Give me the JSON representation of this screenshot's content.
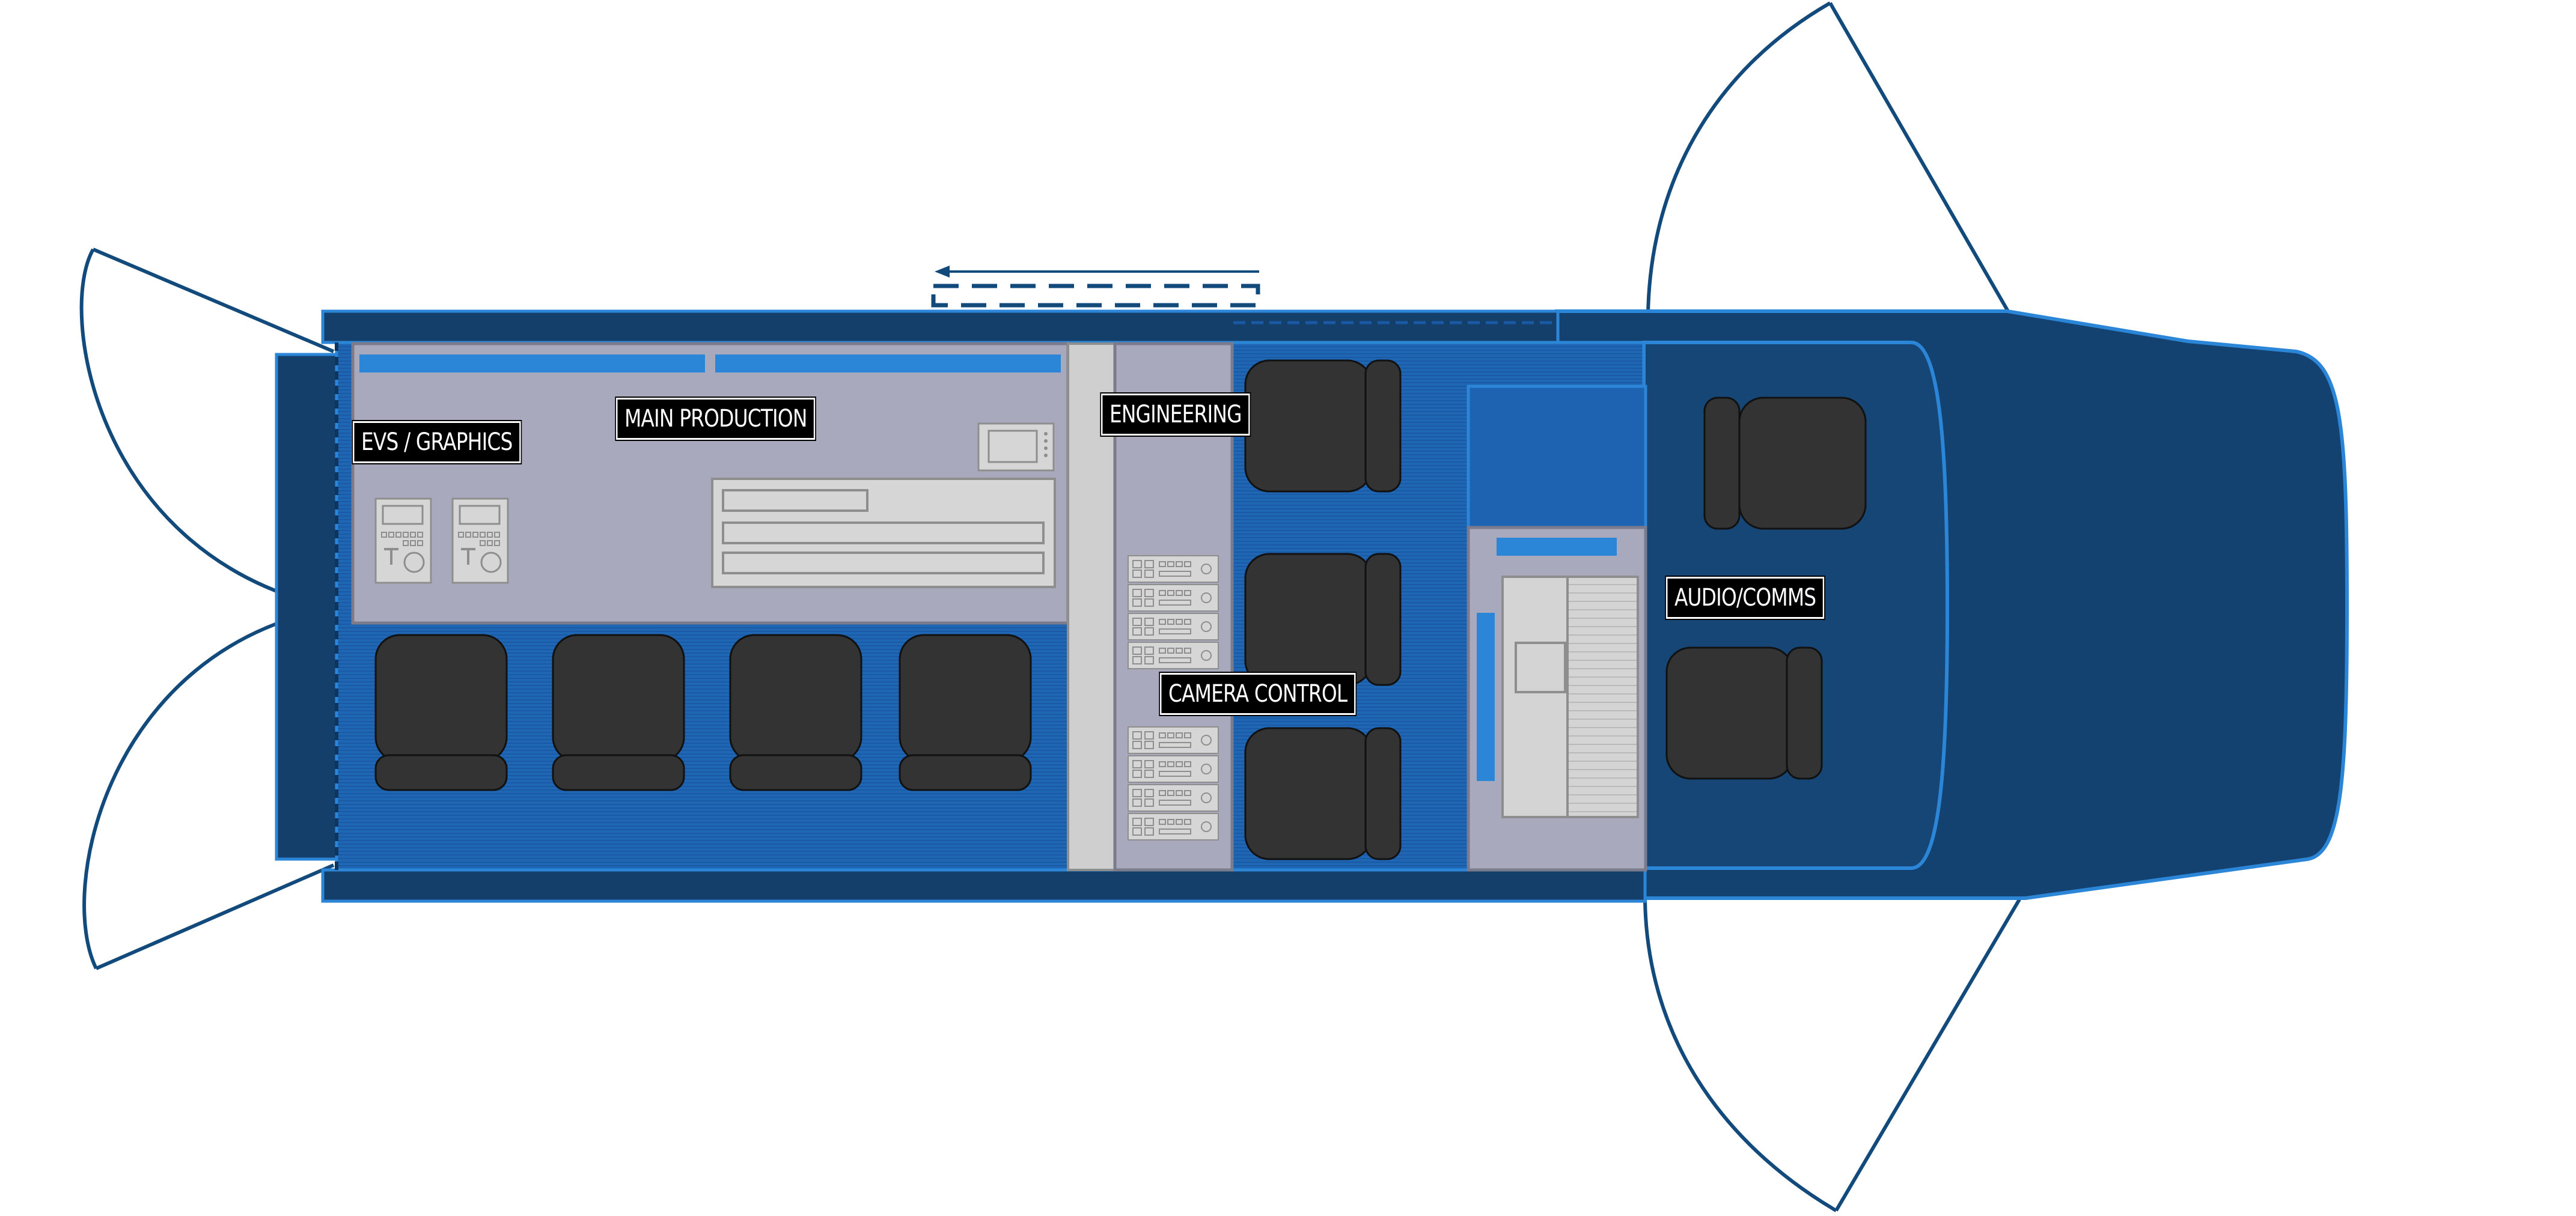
{
  "zones": {
    "evs_graphics": "EVS / GRAPHICS",
    "main_production": "MAIN PRODUCTION",
    "engineering": "ENGINEERING",
    "camera_control": "CAMERA CONTROL",
    "audio_comms": "AUDIO/COMMS"
  },
  "colors": {
    "navy": "#143f6b",
    "hull": "#134270",
    "floor": "#1e63b2",
    "accent": "#2b86d8",
    "desk": "#a8a9bd",
    "chair": "#333333",
    "equipment": "#d2d2d2",
    "door_line": "#134a7c"
  },
  "icons": [
    "chair-icon",
    "control-panel-icon",
    "rack-unit-icon",
    "monitor-icon",
    "slide-arrow-icon"
  ]
}
